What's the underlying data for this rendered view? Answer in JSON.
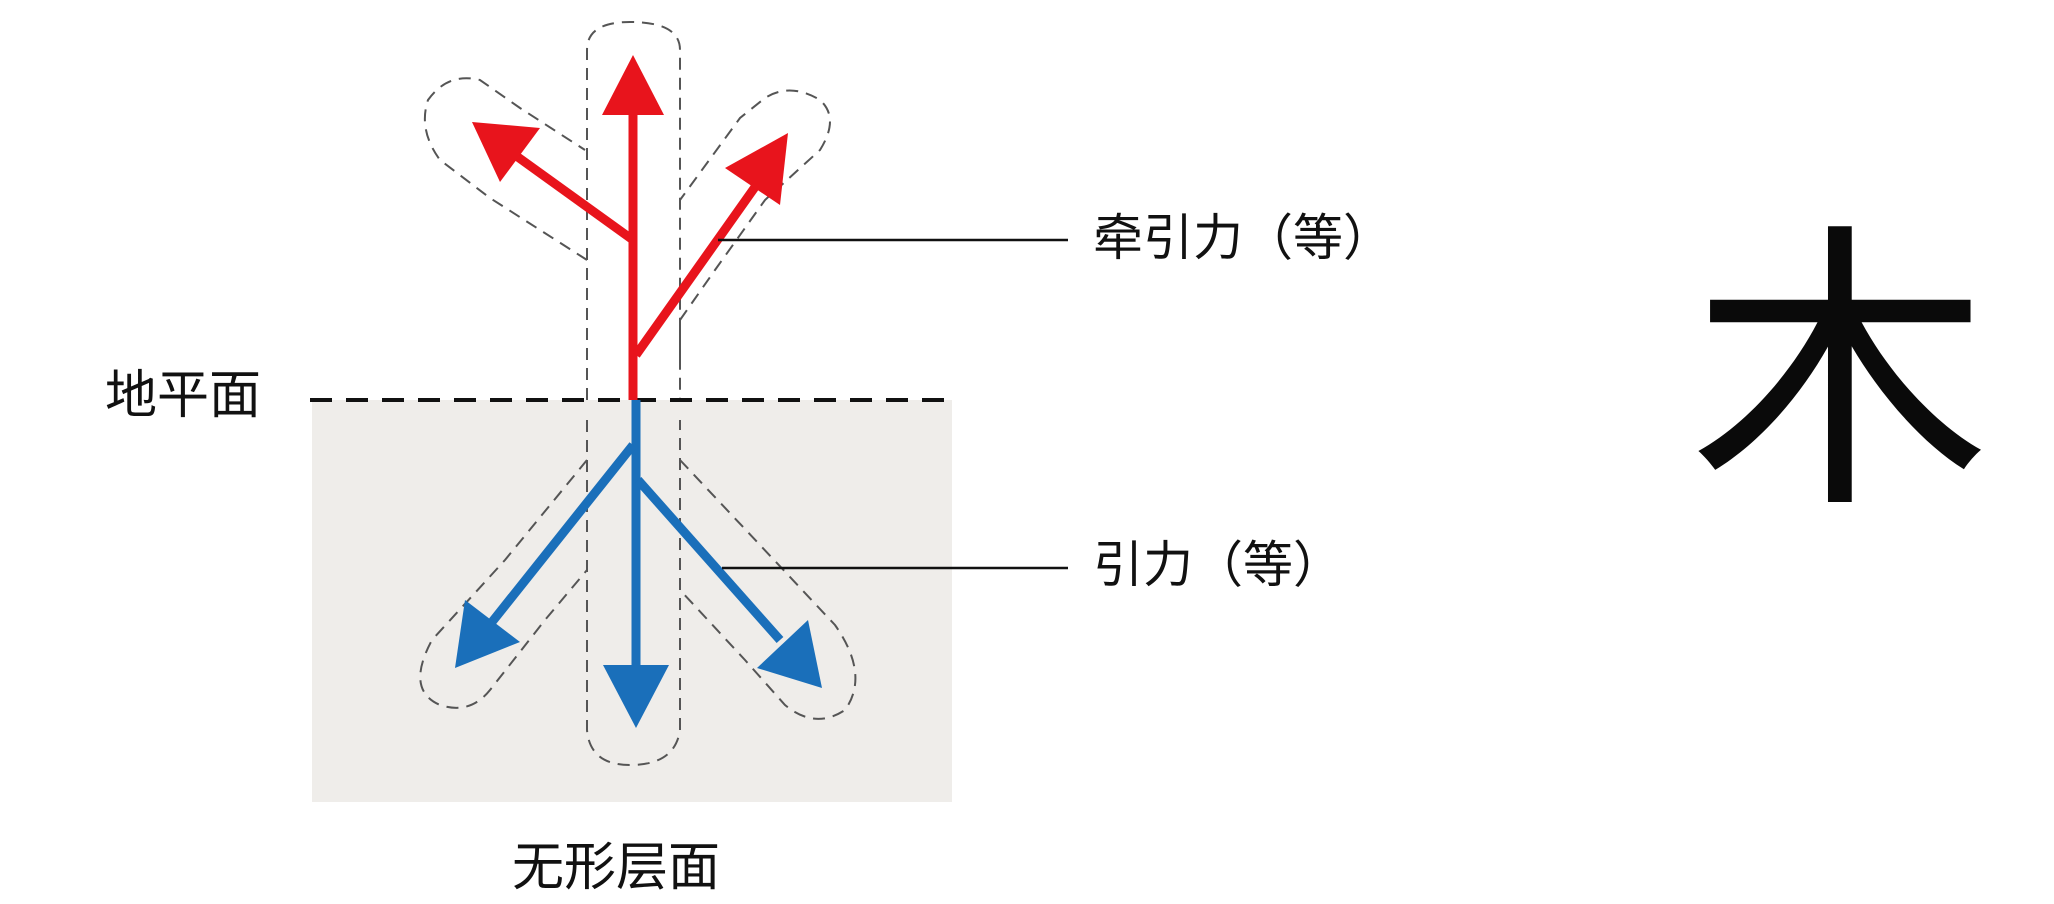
{
  "labels": {
    "ground": "地平面",
    "invisible_layer": "无形层面",
    "traction": "牵引力（等）",
    "gravity": "引力（等）"
  },
  "glyph": "木",
  "colors": {
    "traction_arrows": "#e8141c",
    "gravity_arrows": "#1a6fba",
    "underground_fill": "#efedea",
    "dashed_outline": "#555555",
    "text": "#111111"
  }
}
